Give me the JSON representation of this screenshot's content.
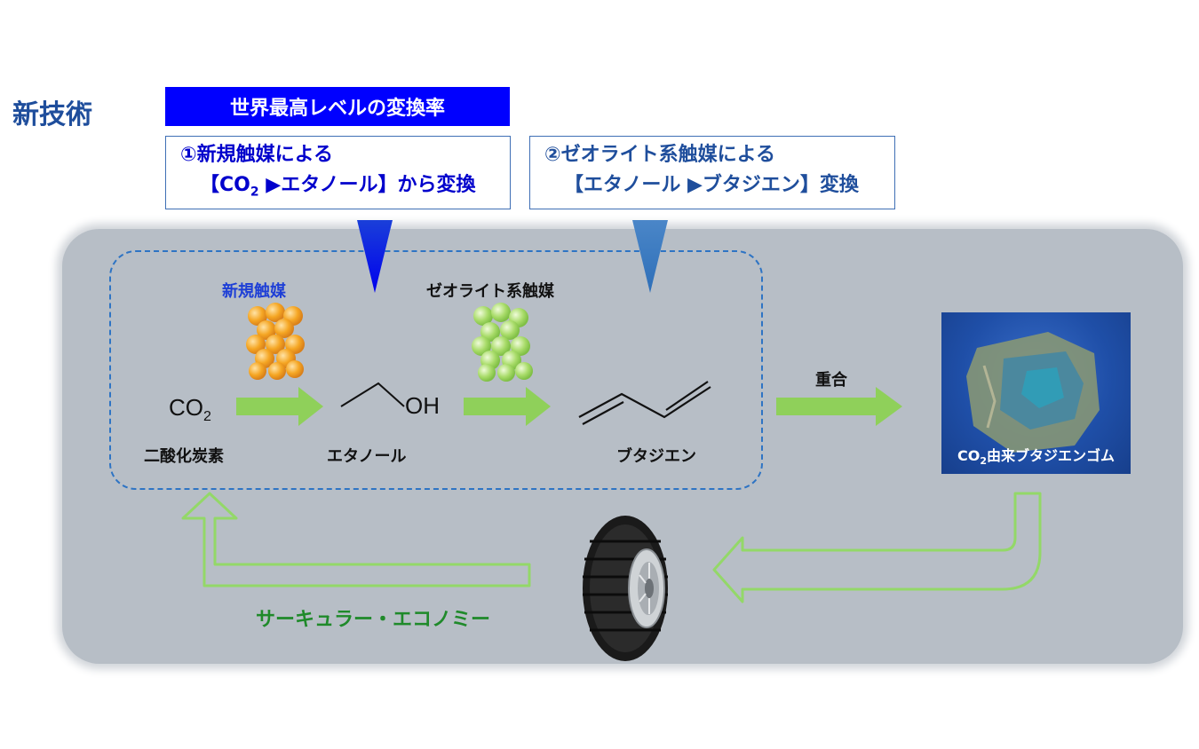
{
  "heading": "新技術",
  "banner": "世界最高レベルの変換率",
  "step1": {
    "line1": "①新規触媒による",
    "line2_open": "【CO",
    "line2_sub": "2",
    "line2_rest": " ▶エタノール】から変換"
  },
  "step2": {
    "line1": "②ゼオライト系触媒による",
    "line2": "【エタノール ▶ブタジエン】変換"
  },
  "catalyst1": "新規触媒",
  "catalyst2": "ゼオライト系触媒",
  "co2_formula": {
    "main": "CO",
    "sub": "2"
  },
  "oh_label": "OH",
  "names": {
    "co2": "二酸化炭素",
    "ethanol": "エタノール",
    "butadiene": "ブタジエン"
  },
  "polymerization": "重合",
  "rubber_label": {
    "prefix": "CO",
    "sub": "2",
    "rest": "由来ブタジエンゴム"
  },
  "circular_economy": "サーキュラー・エコノミー",
  "colors": {
    "banner": "#0000ff",
    "heading": "#1f4e9c",
    "panel": "#b7bec6",
    "arrow_green": "#8fd05a",
    "dashed": "#2e74c4",
    "orange_catalyst": "#f5a623",
    "green_catalyst": "#a9dc6a"
  }
}
